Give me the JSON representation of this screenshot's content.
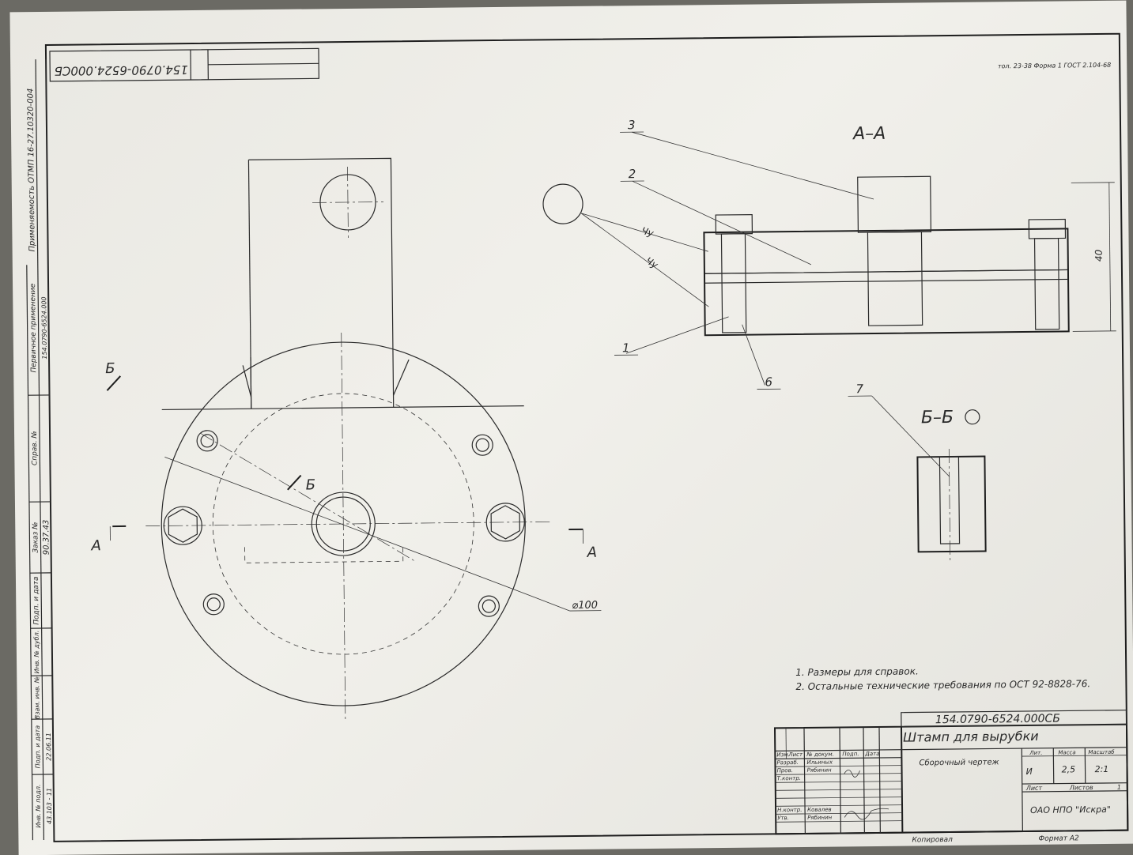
{
  "margin_stamp": {
    "number": "154.0790-6524.000СБ"
  },
  "top_right_note": "тол. 23-38 Форма 1 ГОСТ 2.104-68",
  "sections": {
    "aa": "А–А",
    "bb": "Б–Б",
    "cut_a": "А",
    "cut_b": "Б",
    "dim_40": "40",
    "dim_d100": "⌀100",
    "roughness": "Чу"
  },
  "balloons": [
    "1",
    "2",
    "3",
    "6",
    "7"
  ],
  "notes": [
    "1. Размеры для справок.",
    "2. Остальные технические требования по ОСТ 92-8828-76."
  ],
  "left_strip": {
    "primary_use": "Первичное применение",
    "primary_use_value": "154.0790-6524.000",
    "applicability": "Применяемость ОТМП 16-27.10320-004",
    "order_label": "Заказ №",
    "order_value": "90.37.43",
    "sign_date": "Подп. и дата",
    "inv_dubl": "Инв. № дубл.",
    "inv_replace": "Взам. инв. №",
    "inv_orig": "Инв. № подл.",
    "inv_orig_value": "43.103 - 11",
    "date_value": "22.06.11",
    "ref_label": "Справ. №"
  },
  "title_block": {
    "designation": "154.0790-6524.000СБ",
    "name": "Штамп для вырубки",
    "doc_type": "Сборочный чертеж",
    "col_izm": "Изм.",
    "col_list": "Лист",
    "col_doc": "№ докум.",
    "col_sign": "Подп.",
    "col_date": "Дата",
    "role_dev": "Разраб.",
    "role_check": "Пров.",
    "role_tcontrol": "Т.контр.",
    "role_ncontrol": "Н.контр.",
    "role_approve": "Утв.",
    "name_dev": "Ильиных",
    "name_check": "Рябинин",
    "name_ncontrol": "Ковалев",
    "name_approve": "Рябинин",
    "lit_label": "Лит.",
    "mass_label": "Масса",
    "scale_label": "Масштаб",
    "lit_value": "И",
    "mass_value": "2,5",
    "scale_value": "2:1",
    "sheet_label": "Лист",
    "sheets_label": "Листов",
    "sheets_value": "1",
    "org": "ОАО НПО \"Искра\"",
    "copied": "Копировал",
    "format": "Формат A2"
  }
}
